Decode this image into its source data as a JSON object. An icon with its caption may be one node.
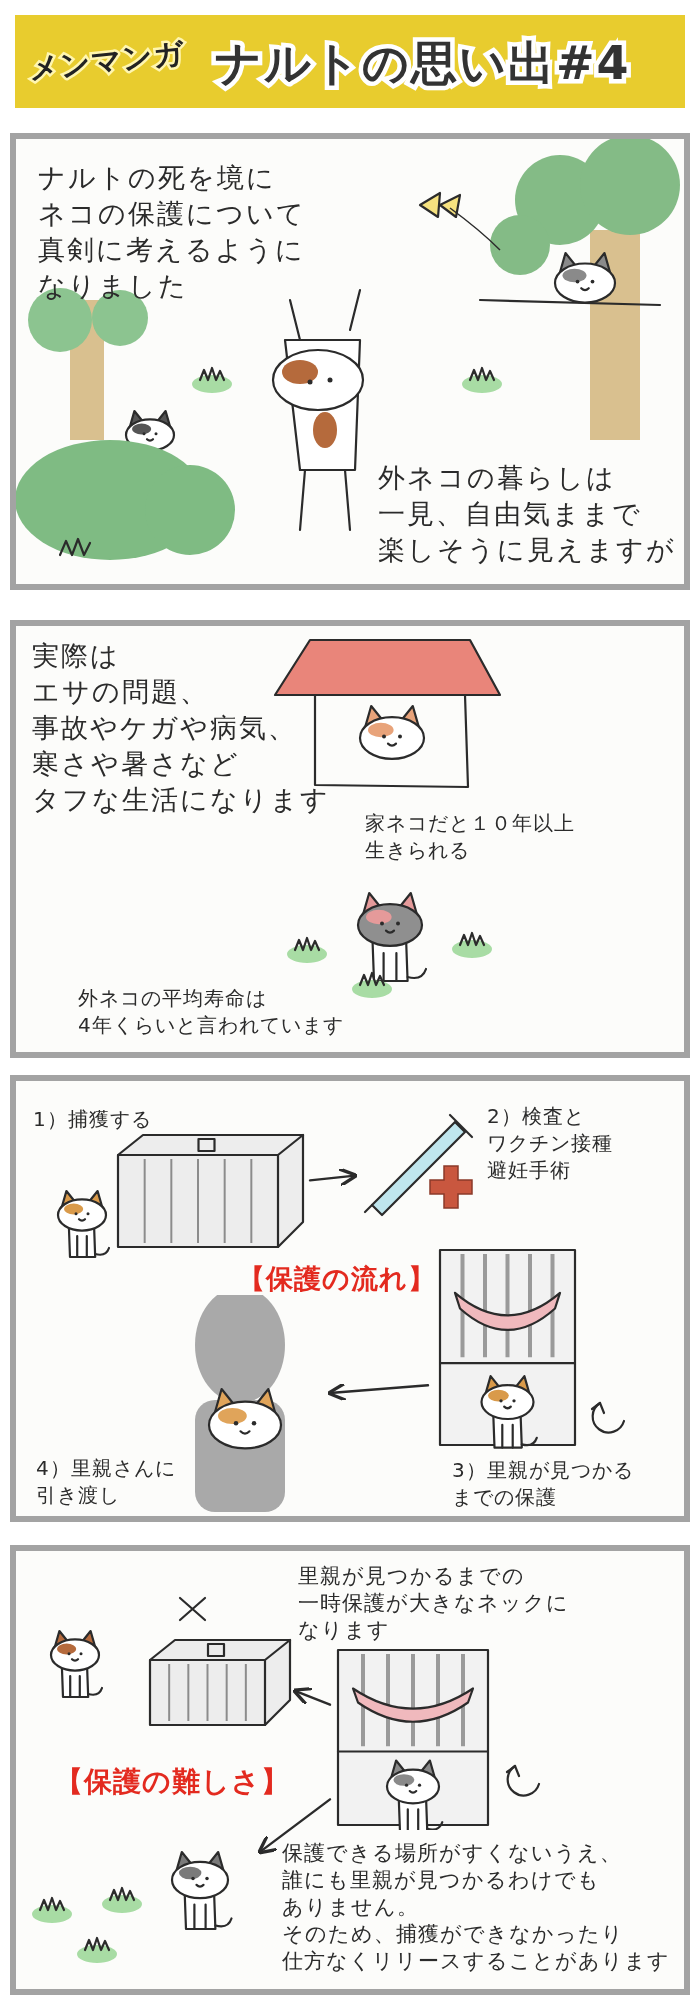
{
  "diagram": {
    "title": "ナルトの思い出#4",
    "nodes": [
      {
        "text": [
          "ナルトの死を境にネコの保護について真剣に考えるようになりました",
          "外ネコの暮らしは一見、自由気ままで楽しそうに見えますが"
        ]
      },
      {
        "text": [
          "実際はエサの問題、事故やケガや病気、寒さや暑さなどタフな生活になります",
          "家ネコだと１０年以上生きられる",
          "外ネコの平均寿命は4年くらいと言われています"
        ]
      },
      {
        "text": [
          "【保護の流れ】"
        ]
      },
      {
        "text": [
          "1）捕獲する"
        ],
        "in": 2
      },
      {
        "text": [
          "2）検査とワクチン接種避妊手術"
        ],
        "in": 2
      },
      {
        "text": [
          "3）里親が見つかるまでの保護"
        ],
        "in": 2
      },
      {
        "text": [
          "4）里親さんに引き渡し"
        ],
        "in": 2
      },
      {
        "text": [
          "里親が見つかるまでの一時保護が大きなネックになります",
          "【保護の難しさ】",
          "保護できる場所がすくないうえ、誰にも里親が見つかるわけでもありません。そのため、捕獲ができなかったり仕方なくリリースすることがあります"
        ]
      },
      {
        "text": [],
        "shape": "picture",
        "in": 7
      },
      {
        "text": [],
        "shape": "picture",
        "in": 7
      },
      {
        "text": [],
        "shape": "picture",
        "in": 7
      }
    ],
    "edges": [
      {
        "from": 3,
        "to": 4,
        "arrow": "to"
      },
      {
        "from": 5,
        "to": 6,
        "arrow": "to"
      },
      {
        "from": 9,
        "to": 8,
        "arrow": "to"
      },
      {
        "from": 9,
        "to": 10,
        "arrow": "to"
      }
    ],
    "labels": [
      "メンマンガ"
    ]
  }
}
